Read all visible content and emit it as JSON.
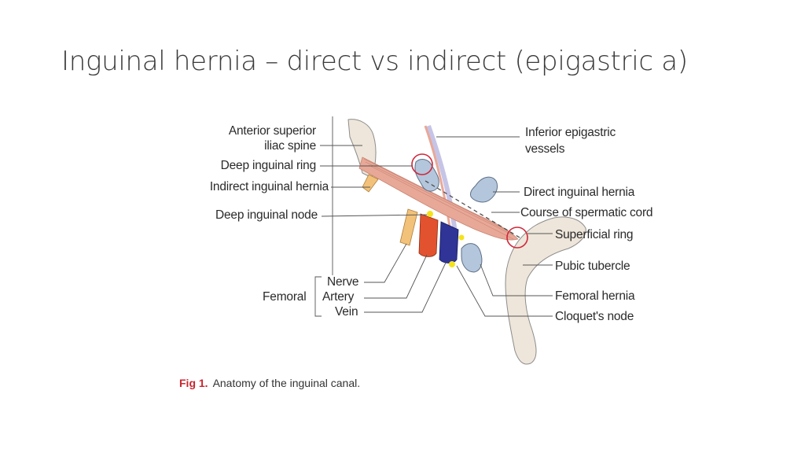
{
  "slide": {
    "title": "Inguinal hernia – direct vs indirect (epigastric a)"
  },
  "figure": {
    "labels_left": {
      "asis_line1": "Anterior superior",
      "asis_line2": "iliac spine",
      "deep_ring": "Deep inguinal ring",
      "indirect_hernia": "Indirect inguinal hernia",
      "deep_node": "Deep inguinal node",
      "femoral": "Femoral",
      "nerve": "Nerve",
      "artery": "Artery",
      "vein": "Vein"
    },
    "labels_right": {
      "epigastric_line1": "Inferior epigastric",
      "epigastric_line2": "vessels",
      "direct_hernia": "Direct inguinal hernia",
      "spermatic_cord": "Course of spermatic cord",
      "superficial_ring": "Superficial ring",
      "pubic_tubercle": "Pubic tubercle",
      "femoral_hernia": "Femoral hernia",
      "cloquet_node": "Cloquet's node"
    },
    "caption_prefix": "Fig 1.",
    "caption_text": "Anatomy of the inguinal canal.",
    "colors": {
      "bone": "#eee6da",
      "bone_outline": "#8c8c8c",
      "ligament": "#e8a898",
      "hernia_sac": "#b4c6dc",
      "nerve": "#f2c27a",
      "artery": "#e2522e",
      "vein": "#2f3496",
      "node": "#f5e21a",
      "ring": "#d0283a",
      "epigastric_vessels": "#c6c4e6"
    }
  }
}
